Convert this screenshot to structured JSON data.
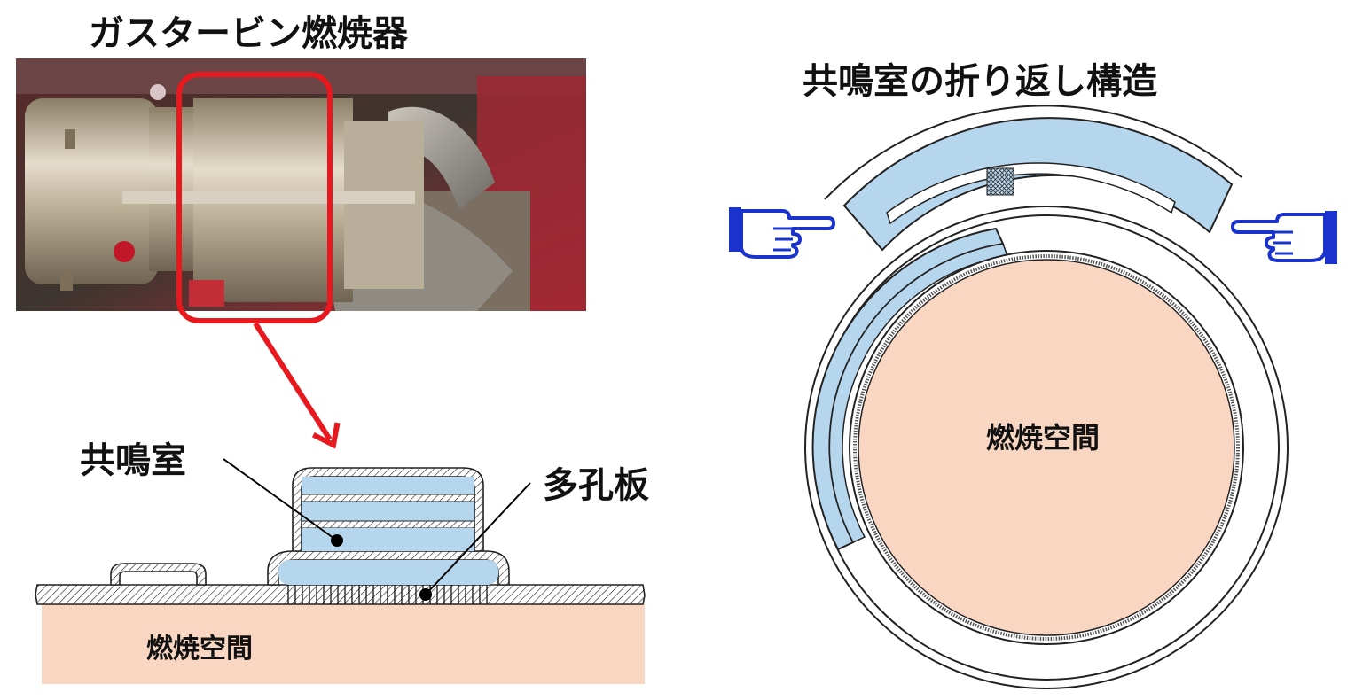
{
  "left": {
    "title": "ガスタービン燃焼器",
    "label_resonator": "共鳴室",
    "label_plate": "多孔板",
    "label_combustion": "燃焼空間"
  },
  "right": {
    "title": "共鳴室の折り返し構造",
    "label_combustion": "燃焼空間"
  },
  "colors": {
    "highlight_box": "#e8191e",
    "arrow": "#e8191e",
    "resonator_fill": "#b6d6ee",
    "combustion_fill": "#f8d6c2",
    "hand": "#1a33cc"
  },
  "icons": [
    "pointing-hand-right-icon",
    "pointing-hand-left-icon"
  ]
}
